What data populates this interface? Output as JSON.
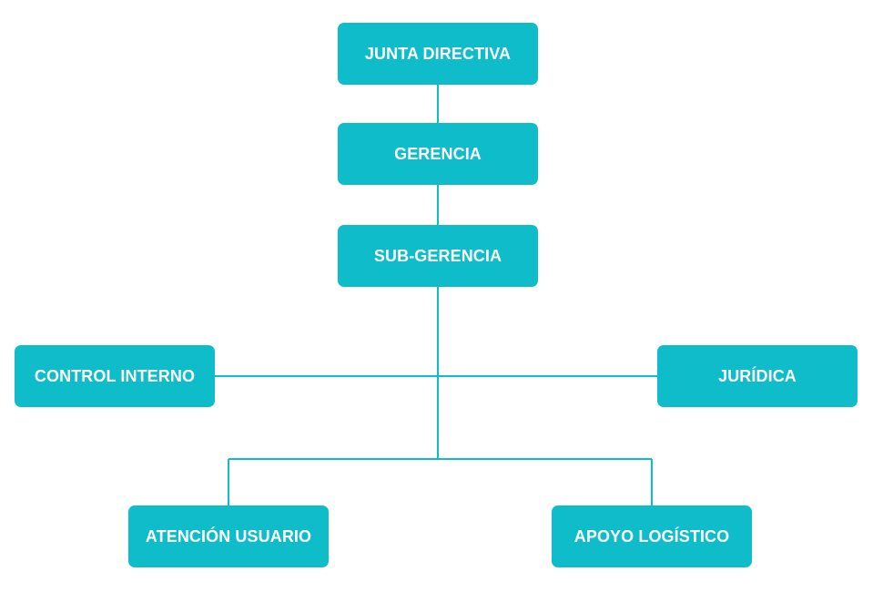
{
  "org_chart": {
    "accent_color": "#0fbcc9",
    "line_color": "#0fbcc9",
    "nodes": {
      "junta_directiva": "JUNTA DIRECTIVA",
      "gerencia": "GERENCIA",
      "sub_gerencia": "SUB-GERENCIA",
      "control_interno": "CONTROL INTERNO",
      "juridica": "JURÍDICA",
      "atencion_usuario": "ATENCIÓN USUARIO",
      "apoyo_logistico": "APOYO LOGÍSTICO"
    },
    "relations": [
      {
        "from": "JUNTA DIRECTIVA",
        "to": "GERENCIA"
      },
      {
        "from": "GERENCIA",
        "to": "SUB-GERENCIA"
      },
      {
        "from": "SUB-GERENCIA",
        "to": "CONTROL INTERNO"
      },
      {
        "from": "SUB-GERENCIA",
        "to": "JURÍDICA"
      },
      {
        "from": "SUB-GERENCIA",
        "to": "ATENCIÓN USUARIO"
      },
      {
        "from": "SUB-GERENCIA",
        "to": "APOYO LOGÍSTICO"
      }
    ]
  }
}
